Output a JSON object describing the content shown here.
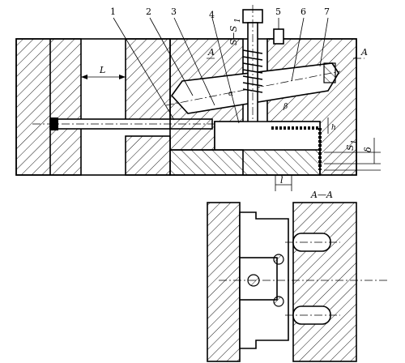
{
  "labels": {
    "part1": "1",
    "part2": "2",
    "part3": "3",
    "part4": "4",
    "part5": "5",
    "part6": "6",
    "part7": "7",
    "dim_S_S1": "S−S",
    "dim_S_S1_sub": "1",
    "dim_L": "L",
    "section_A_left": "A",
    "section_A_right": "A",
    "angle_alpha": "α",
    "angle_beta": "β",
    "dim_h": "h",
    "dim_S1": "S",
    "dim_S1_sub": "1",
    "dim_delta": "δ",
    "dim_l": "l",
    "section_view_title": "A—A"
  }
}
